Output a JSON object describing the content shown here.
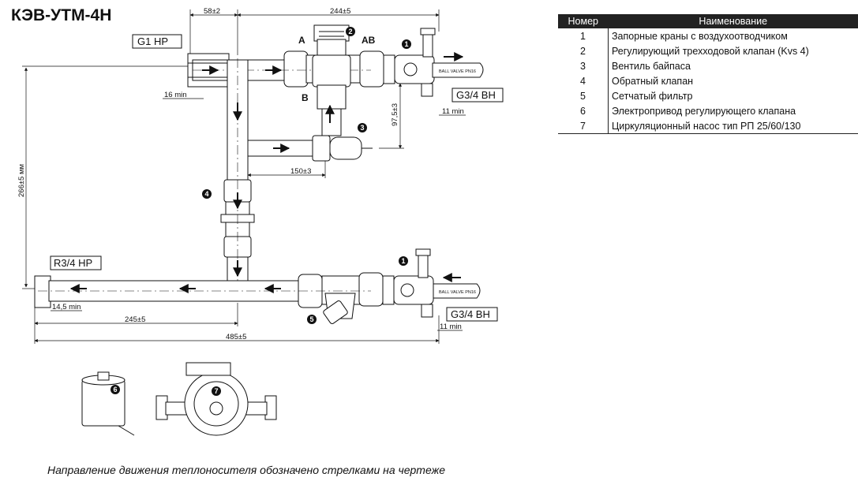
{
  "title": "КЭВ-УТМ-4Н",
  "caption": "Направление движения теплоносителя обозначено стрелками на чертеже",
  "labels": {
    "g1_hp": "G1 HP",
    "g34_bh_top": "G3/4 BH",
    "g34_bh_bottom": "G3/4 BH",
    "r34_hp": "R3/4 HP",
    "port_a": "A",
    "port_ab": "AB",
    "port_b": "B",
    "valve_text_top": "BALL VALVE PN16",
    "valve_text_bottom": "BALL VALVE PN16"
  },
  "dimensions": {
    "d58": "58±2",
    "d244": "244±5",
    "d16min": "16 min",
    "d97": "97,5±3",
    "d11min_top": "11 min",
    "d150": "150±3",
    "d266": "266±5 мм",
    "d14": "14,5 min",
    "d245": "245±5",
    "d11min_bottom": "11 min",
    "d485": "485±5"
  },
  "markers": {
    "m1_top": "1",
    "m2": "2",
    "m3": "3",
    "m4": "4",
    "m1_bottom": "1",
    "m5": "5",
    "m6": "6",
    "m7": "7"
  },
  "spec_table": {
    "headers": [
      "Номер",
      "Наименование"
    ],
    "rows": [
      {
        "num": "1",
        "name": "Запорные краны с воздухоотводчиком"
      },
      {
        "num": "2",
        "name": "Регулирующий трехходовой клапан (Kvs 4)"
      },
      {
        "num": "3",
        "name": "Вентиль байпаса"
      },
      {
        "num": "4",
        "name": "Обратный клапан"
      },
      {
        "num": "5",
        "name": "Сетчатый фильтр"
      },
      {
        "num": "6",
        "name": "Электропривод регулирующего клапана"
      },
      {
        "num": "7",
        "name": "Циркуляционный насос тип РП 25/60/130"
      }
    ]
  }
}
